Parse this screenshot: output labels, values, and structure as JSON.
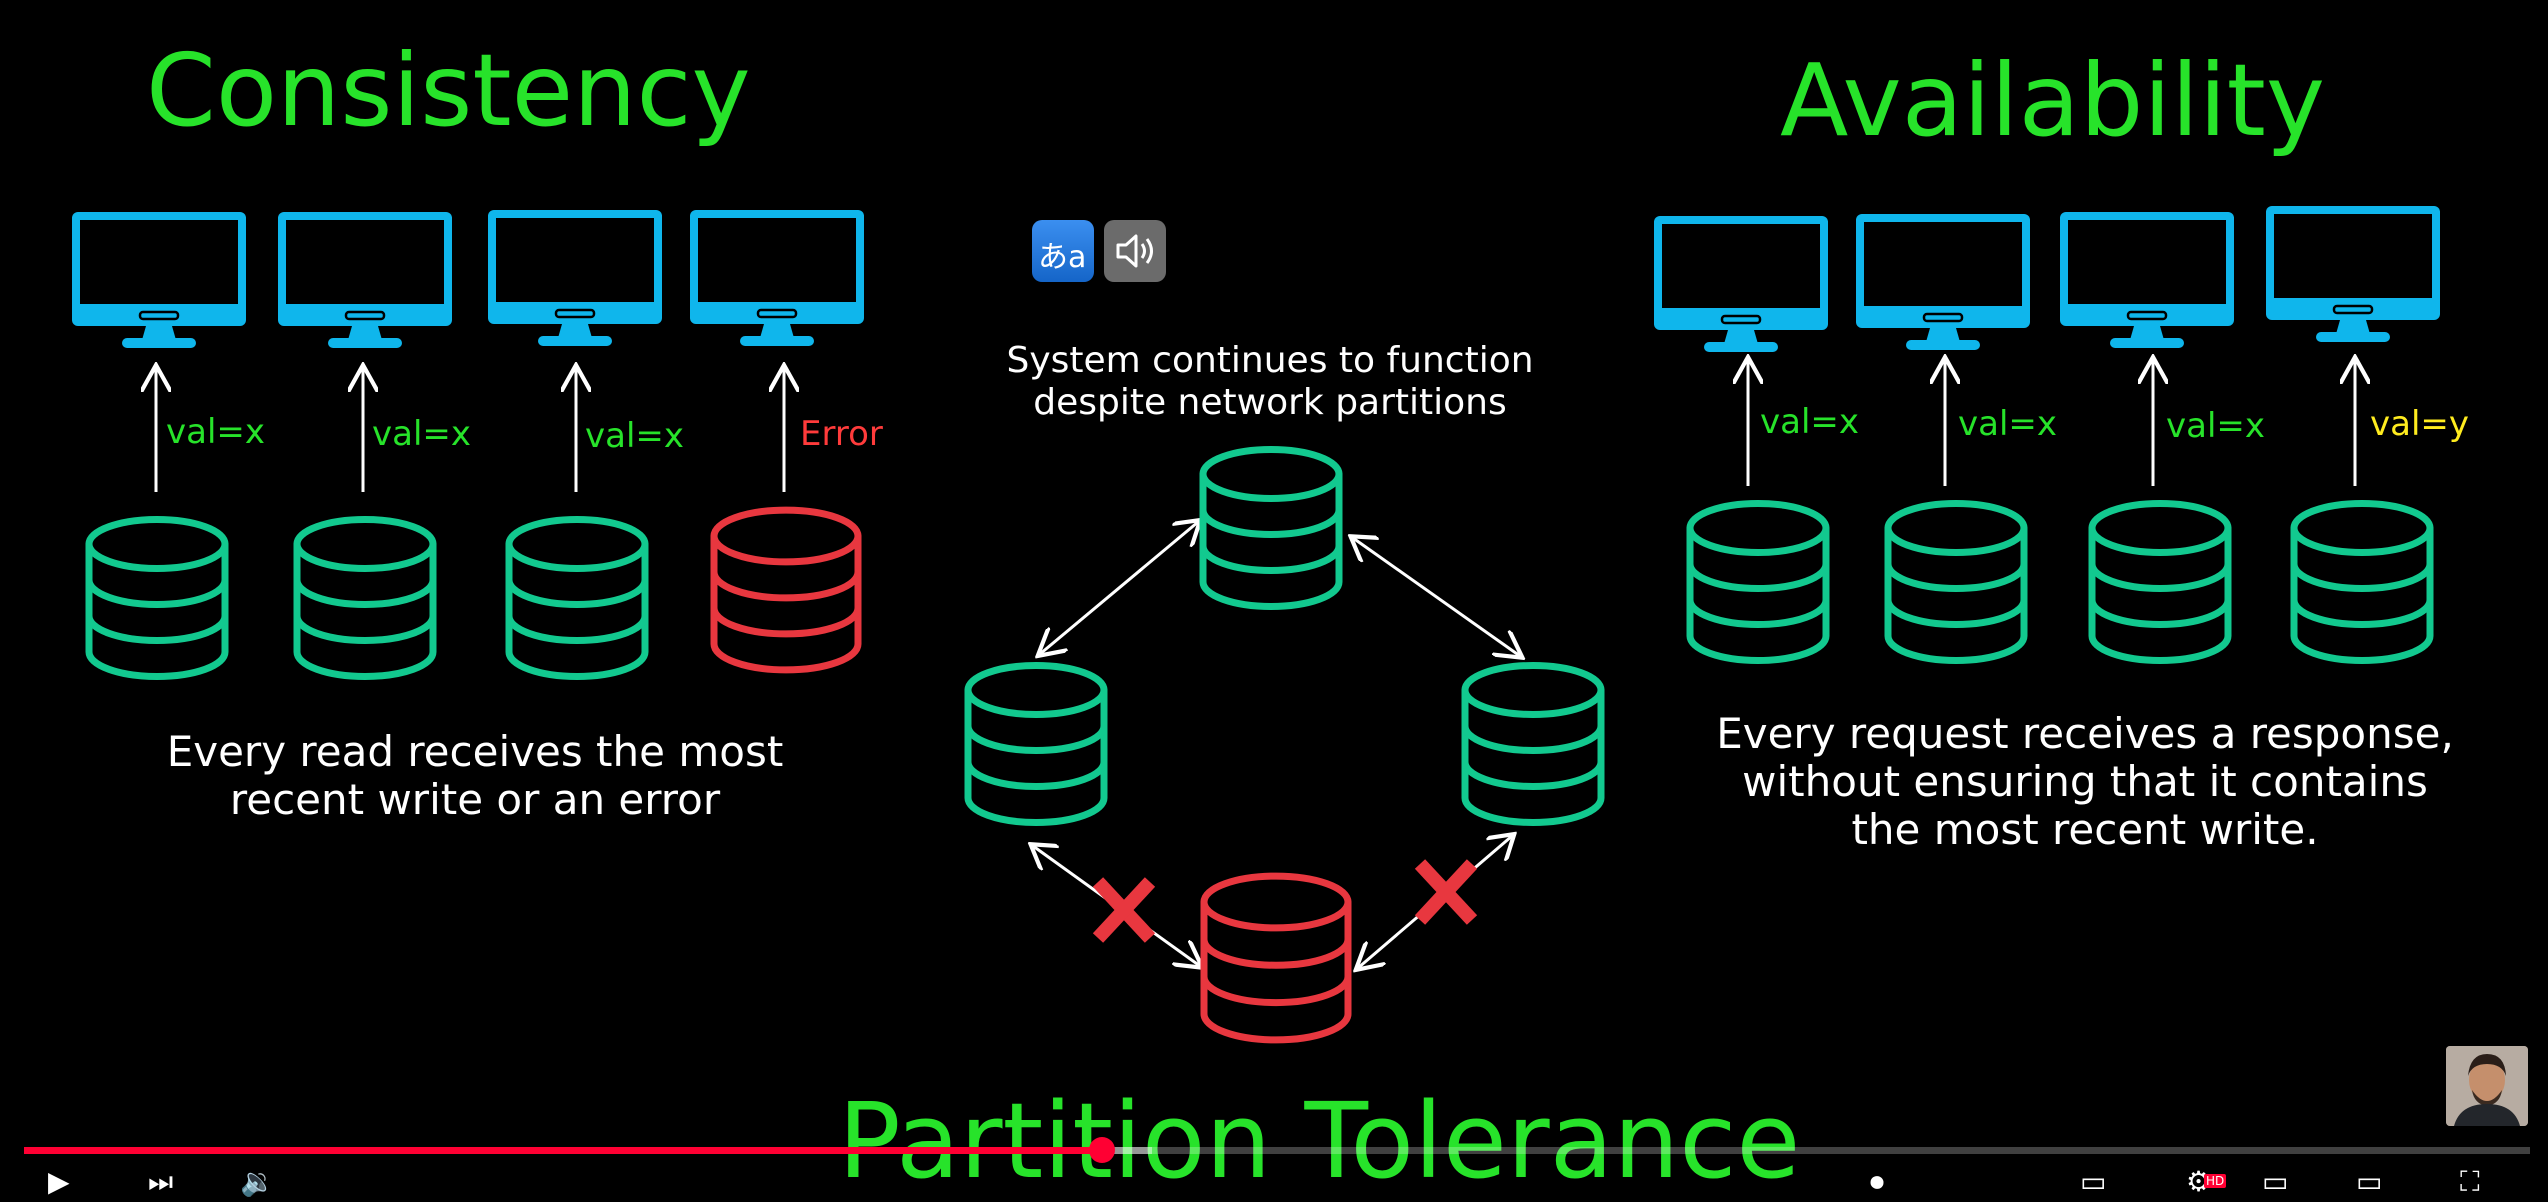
{
  "colors": {
    "title_green": "#27e32a",
    "monitor_blue": "#0fb6ec",
    "db_green": "#12c98f",
    "db_red": "#e8373f",
    "error_red": "#ff3b3b",
    "label_green": "#27e32a",
    "label_yellow": "#ffec1f",
    "progress_red": "#ff0033"
  },
  "consistency": {
    "title": "Consistency",
    "reads": [
      {
        "label": "val=x",
        "state": "ok"
      },
      {
        "label": "val=x",
        "state": "ok"
      },
      {
        "label": "val=x",
        "state": "ok"
      },
      {
        "label": "Error",
        "state": "error"
      }
    ],
    "caption": "Every read receives the most\nrecent write or an error"
  },
  "availability": {
    "title": "Availability",
    "reads": [
      {
        "label": "val=x",
        "state": "ok"
      },
      {
        "label": "val=x",
        "state": "ok"
      },
      {
        "label": "val=x",
        "state": "ok"
      },
      {
        "label": "val=y",
        "state": "stale"
      }
    ],
    "caption": "Every request receives a response,\nwithout ensuring that it contains\nthe most recent write."
  },
  "partition": {
    "title": "Partition Tolerance",
    "caption": "System continues to function\ndespite network partitions"
  },
  "overlay_buttons": [
    {
      "name": "translate-button",
      "icon": "translate-icon",
      "glyph": "あa"
    },
    {
      "name": "audio-button",
      "icon": "speaker-icon",
      "glyph": "🔊"
    }
  ],
  "player": {
    "progress_fraction": 0.43,
    "buffer_fraction": 0.45,
    "quality_badge": "HD"
  }
}
